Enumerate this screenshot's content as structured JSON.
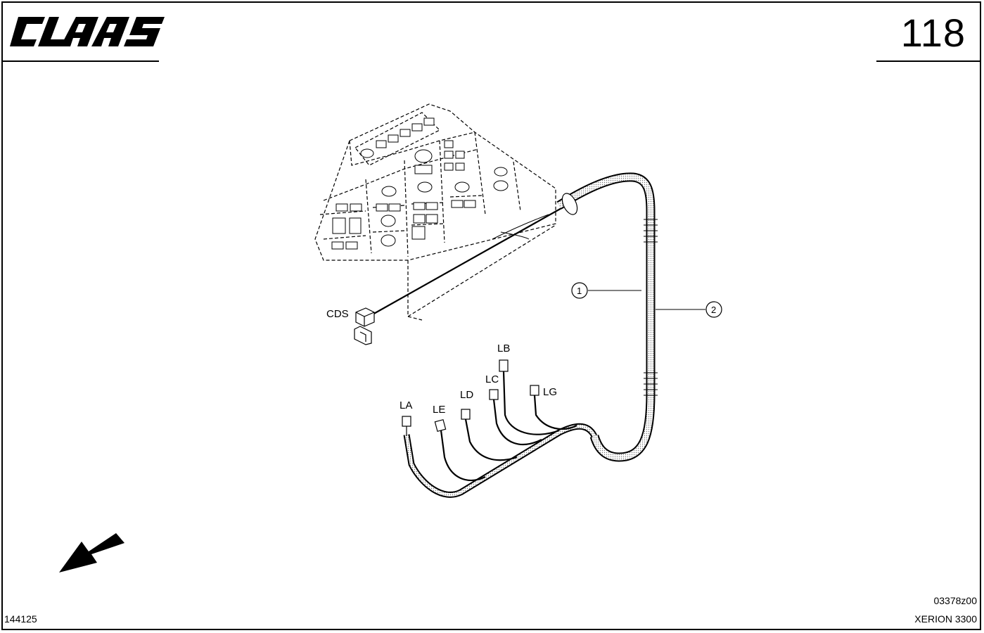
{
  "header": {
    "brand": "CLAAS",
    "page_number": "118"
  },
  "labels": {
    "cds": "CDS",
    "la": "LA",
    "lb": "LB",
    "lc": "LC",
    "ld": "LD",
    "le": "LE",
    "lg": "LG",
    "callout_1": "1",
    "callout_2": "2"
  },
  "footer": {
    "figure_id": "144125",
    "drawing_code": "03378z00",
    "model": "XERION 3300"
  }
}
